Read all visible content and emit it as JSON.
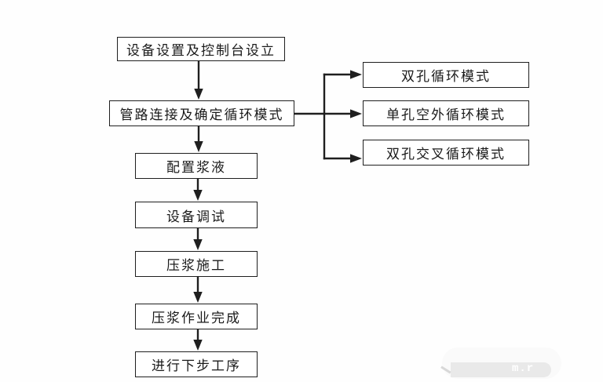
{
  "flow": {
    "main_nodes": [
      {
        "label": "设备设置及控制台设立"
      },
      {
        "label": "管路连接及确定循环模式"
      },
      {
        "label": "配置浆液"
      },
      {
        "label": "设备调试"
      },
      {
        "label": "压浆施工"
      },
      {
        "label": "压浆作业完成"
      },
      {
        "label": "进行下步工序"
      }
    ],
    "branch_nodes": [
      {
        "label": "双孔循环模式"
      },
      {
        "label": "单孔空外循环模式"
      },
      {
        "label": "双孔交叉循环模式"
      }
    ],
    "edges": [
      "设备设置及控制台设立 -> 管路连接及确定循环模式",
      "管路连接及确定循环模式 -> 双孔循环模式",
      "管路连接及确定循环模式 -> 单孔空外循环模式",
      "管路连接及确定循环模式 -> 双孔交叉循环模式",
      "管路连接及确定循环模式 -> 配置浆液",
      "配置浆液 -> 设备调试",
      "设备调试 -> 压浆施工",
      "压浆施工 -> 压浆作业完成",
      "压浆作业完成 -> 进行下步工序"
    ]
  },
  "watermark": {
    "text": "m.r"
  },
  "colors": {
    "background": "#fefefe",
    "box_border": "#1f1f1f",
    "line": "#1f1f1f",
    "text": "#1a1a1a",
    "watermark_band": "#e9e9e9",
    "watermark_text": "#ffffff"
  }
}
